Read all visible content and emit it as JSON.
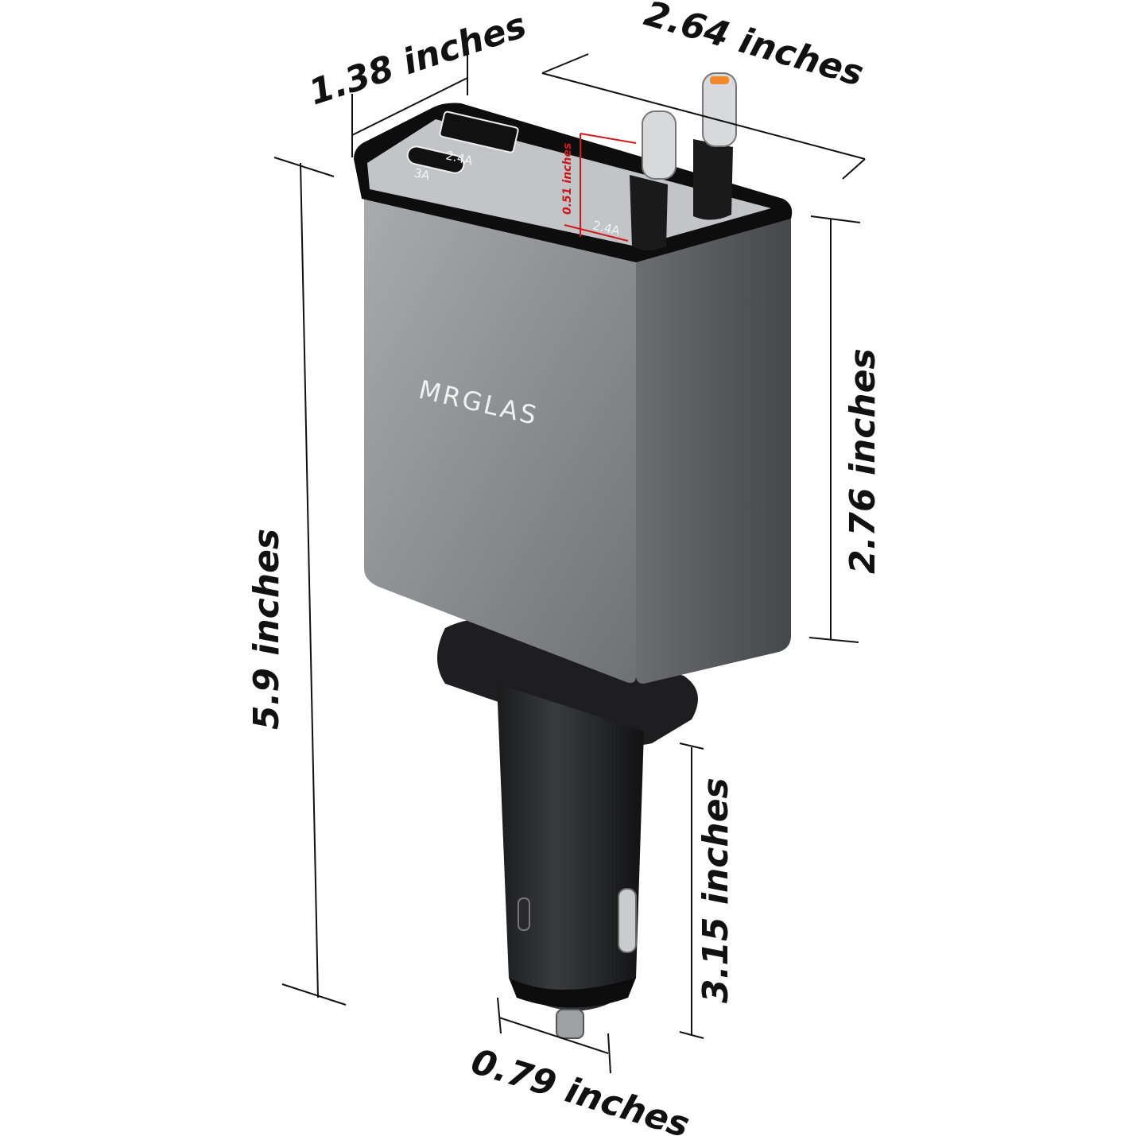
{
  "product": {
    "brand_logo": "MRGLAS",
    "ports": {
      "usb_a_label": "2.4A",
      "usb_c_label": "3A",
      "cable_label": "2.4A"
    },
    "accent_red": "#d01818",
    "body_color": "#8a8c90"
  },
  "dimensions": {
    "depth": "1.38 inches",
    "width": "2.64 inches",
    "cable_height": "0.51 inches",
    "total_height": "5.9 inches",
    "body_height": "2.76 inches",
    "plug_length": "3.15 inches",
    "plug_diameter": "0.79 inches"
  }
}
